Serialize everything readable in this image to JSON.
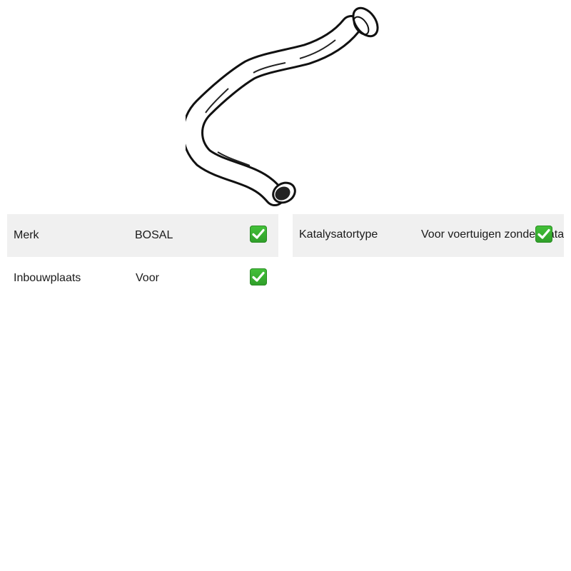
{
  "product": {
    "image_name": "exhaust-pipe-image"
  },
  "specs_left": [
    {
      "label": "Merk",
      "value": "BOSAL",
      "check_icon": "check-icon"
    },
    {
      "label": "Inbouwplaats",
      "value": "Voor",
      "check_icon": "check-icon"
    }
  ],
  "specs_right": [
    {
      "label": "Katalysatortype",
      "value": "Voor voertuigen zonder katalysator",
      "check_icon": "check-icon"
    }
  ],
  "colors": {
    "row_shade": "#f0f0f0",
    "check_green": "#3bb534"
  }
}
